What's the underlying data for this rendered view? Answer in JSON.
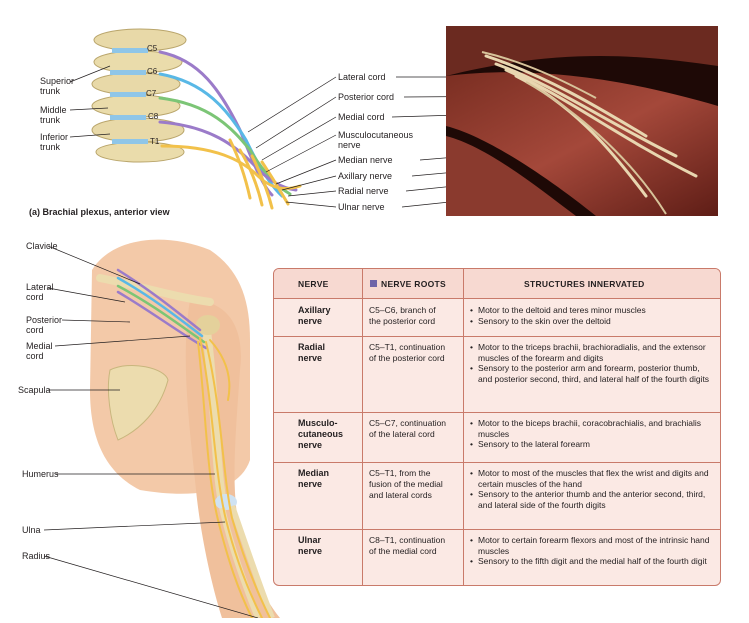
{
  "top_figure": {
    "caption_letter": "(a)",
    "caption_text": "Brachial plexus, anterior view",
    "vertebrae": [
      "C5",
      "C6",
      "C7",
      "C8",
      "T1"
    ],
    "left_labels": {
      "superior_trunk": "Superior\ntrunk",
      "middle_trunk": "Middle\ntrunk",
      "inferior_trunk": "Inferior\ntrunk"
    },
    "center_labels": [
      "Lateral cord",
      "Posterior cord",
      "Medial cord",
      "Musculocutaneous\nnerve",
      "Median nerve",
      "Axillary nerve",
      "Radial nerve",
      "Ulnar nerve"
    ]
  },
  "arm_figure": {
    "labels": [
      "Clavicle",
      "Lateral\ncord",
      "Posterior\ncord",
      "Medial\ncord",
      "Scapula",
      "Humerus",
      "Ulna",
      "Radius"
    ]
  },
  "table": {
    "headers": {
      "nerve": "NERVE",
      "roots": "NERVE ROOTS",
      "structures": "STRUCTURES INNERVATED"
    },
    "rows": [
      {
        "nerve": "Axillary\nnerve",
        "roots_a": "C5–C6",
        "roots_b": ", branch of\nthe posterior cord",
        "bullets": [
          "Motor to the deltoid and teres minor muscles",
          "Sensory to the skin over the deltoid"
        ]
      },
      {
        "nerve": "Radial\nnerve",
        "roots_a": "C5–T1",
        "roots_b": ", continuation\nof the posterior cord",
        "bullets": [
          "Motor to the triceps brachii, brachioradialis, and the extensor muscles of the forearm and digits",
          "Sensory to the posterior arm and forearm, posterior thumb, and posterior second, third, and lateral half of the fourth digits"
        ]
      },
      {
        "nerve": "Musculo-\ncutaneous\nnerve",
        "roots_a": "C5–C7",
        "roots_b": ", continuation\nof the lateral cord",
        "bullets": [
          "Motor to the biceps brachii, coracobrachialis, and brachialis muscles",
          "Sensory to the lateral forearm"
        ]
      },
      {
        "nerve": "Median\nnerve",
        "roots_a": "C5–T1",
        "roots_b": ", from the\nfusion of the medial\nand lateral cords",
        "bullets": [
          "Motor to most of the muscles that flex the wrist and digits and certain muscles of the hand",
          "Sensory to the anterior thumb and the anterior second, third, and lateral side of the fourth digits"
        ]
      },
      {
        "nerve": "Ulnar\nnerve",
        "roots_a": "C8–T1",
        "roots_b": ", continuation\nof the medial cord",
        "bullets": [
          "Motor to certain forearm flexors and most of the intrinsic hand muscles",
          "Sensory to the fifth digit and the medial half of the fourth digit"
        ]
      }
    ]
  },
  "colors": {
    "panel_bg": "#fbe9e4",
    "panel_border": "#c97a6a",
    "header_bg": "#f7d9d1",
    "roots_marker": "#6f64a8",
    "nerve_yellow": "#f2c14a",
    "cord_green": "#7cc576",
    "cord_blue": "#59b8e6",
    "cord_purple": "#9b7bc9",
    "skin": "#f3c9a8"
  }
}
